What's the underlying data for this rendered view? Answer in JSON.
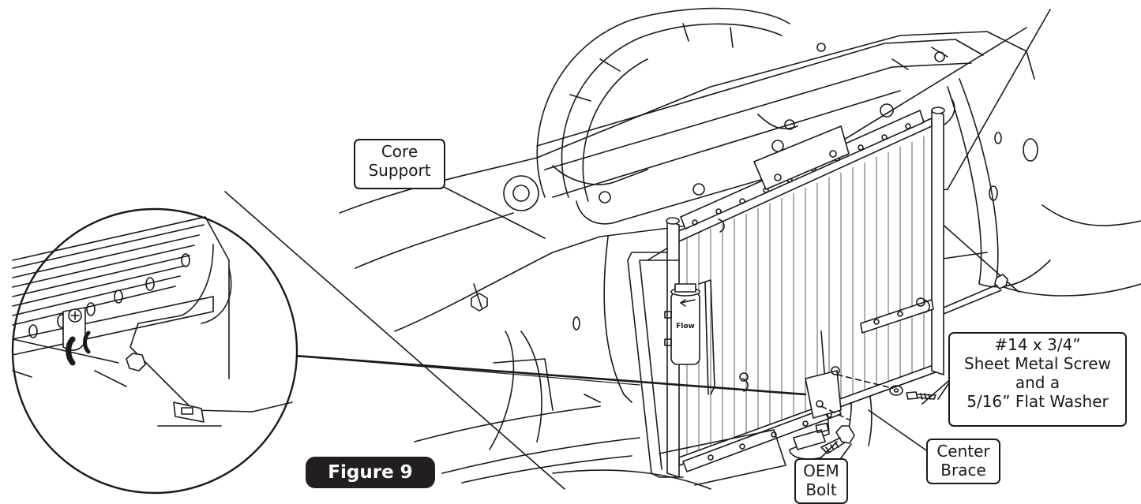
{
  "labels": {
    "core_support": [
      "Core",
      "Support"
    ],
    "screw": [
      "#14 x 3/4”",
      "Sheet Metal Screw",
      "and a",
      "5/16” Flat Washer"
    ],
    "center_brace": [
      "Center",
      "Brace"
    ],
    "oem_bolt": [
      "OEM",
      "Bolt"
    ]
  },
  "drier_text": "Flow",
  "figure_label": "Figure 9",
  "colors": {
    "ink": "#1a1a1a",
    "paper": "#ffffff",
    "figure_tag": "#231f20"
  }
}
